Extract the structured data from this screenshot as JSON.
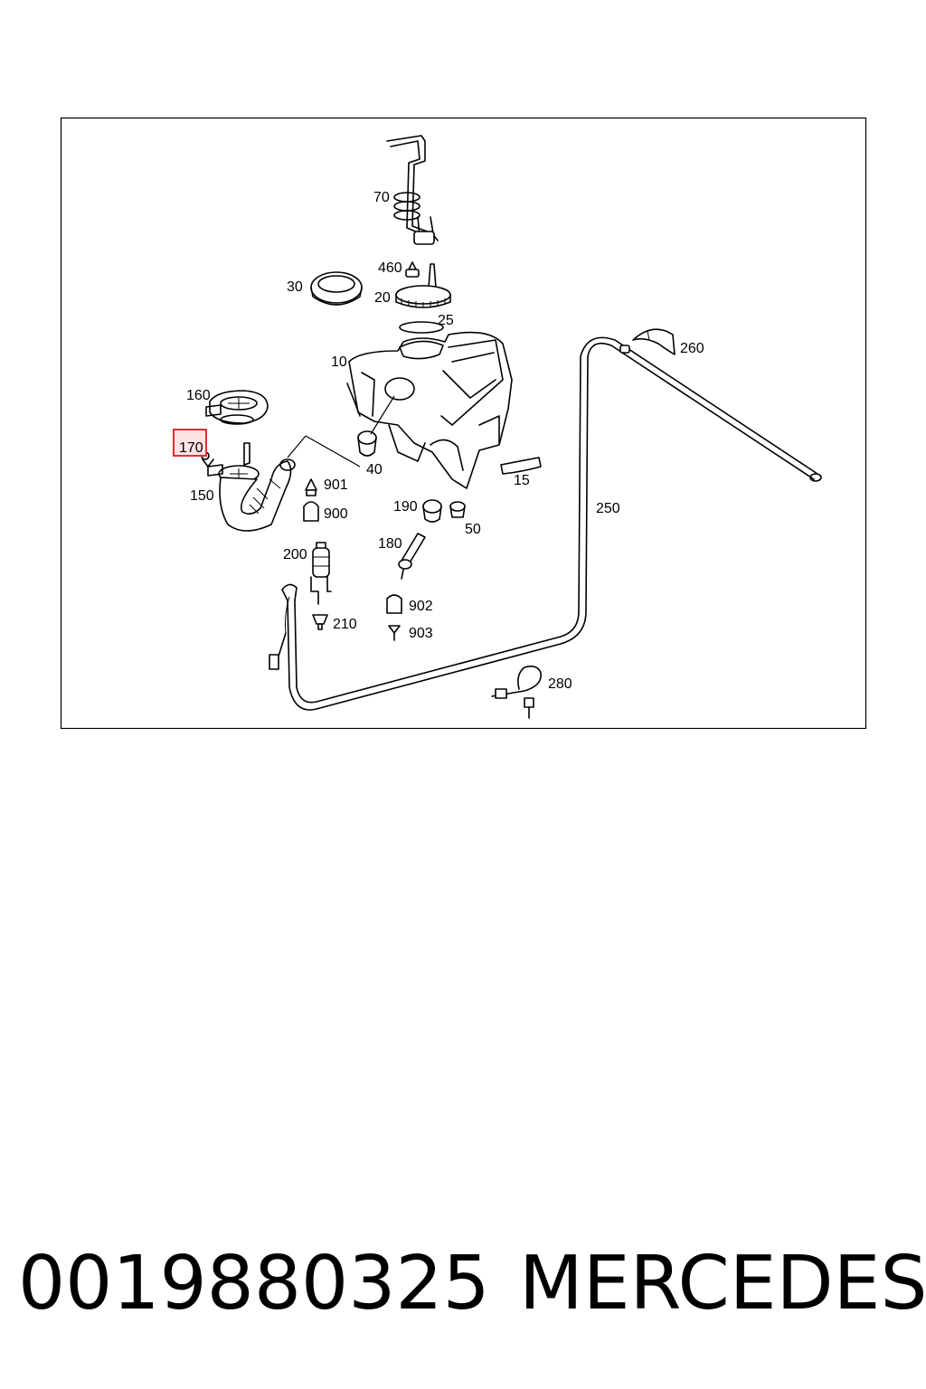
{
  "diagram": {
    "callouts": [
      "70",
      "460",
      "30",
      "20",
      "25",
      "260",
      "10",
      "160",
      "170",
      "40",
      "901",
      "15",
      "150",
      "900",
      "190",
      "50",
      "250",
      "180",
      "200",
      "902",
      "210",
      "903",
      "280"
    ],
    "highlighted_callout": "170",
    "highlight_color": "#e03030"
  },
  "caption": {
    "part_number": "0019880325",
    "brand": "MERCEDES"
  }
}
